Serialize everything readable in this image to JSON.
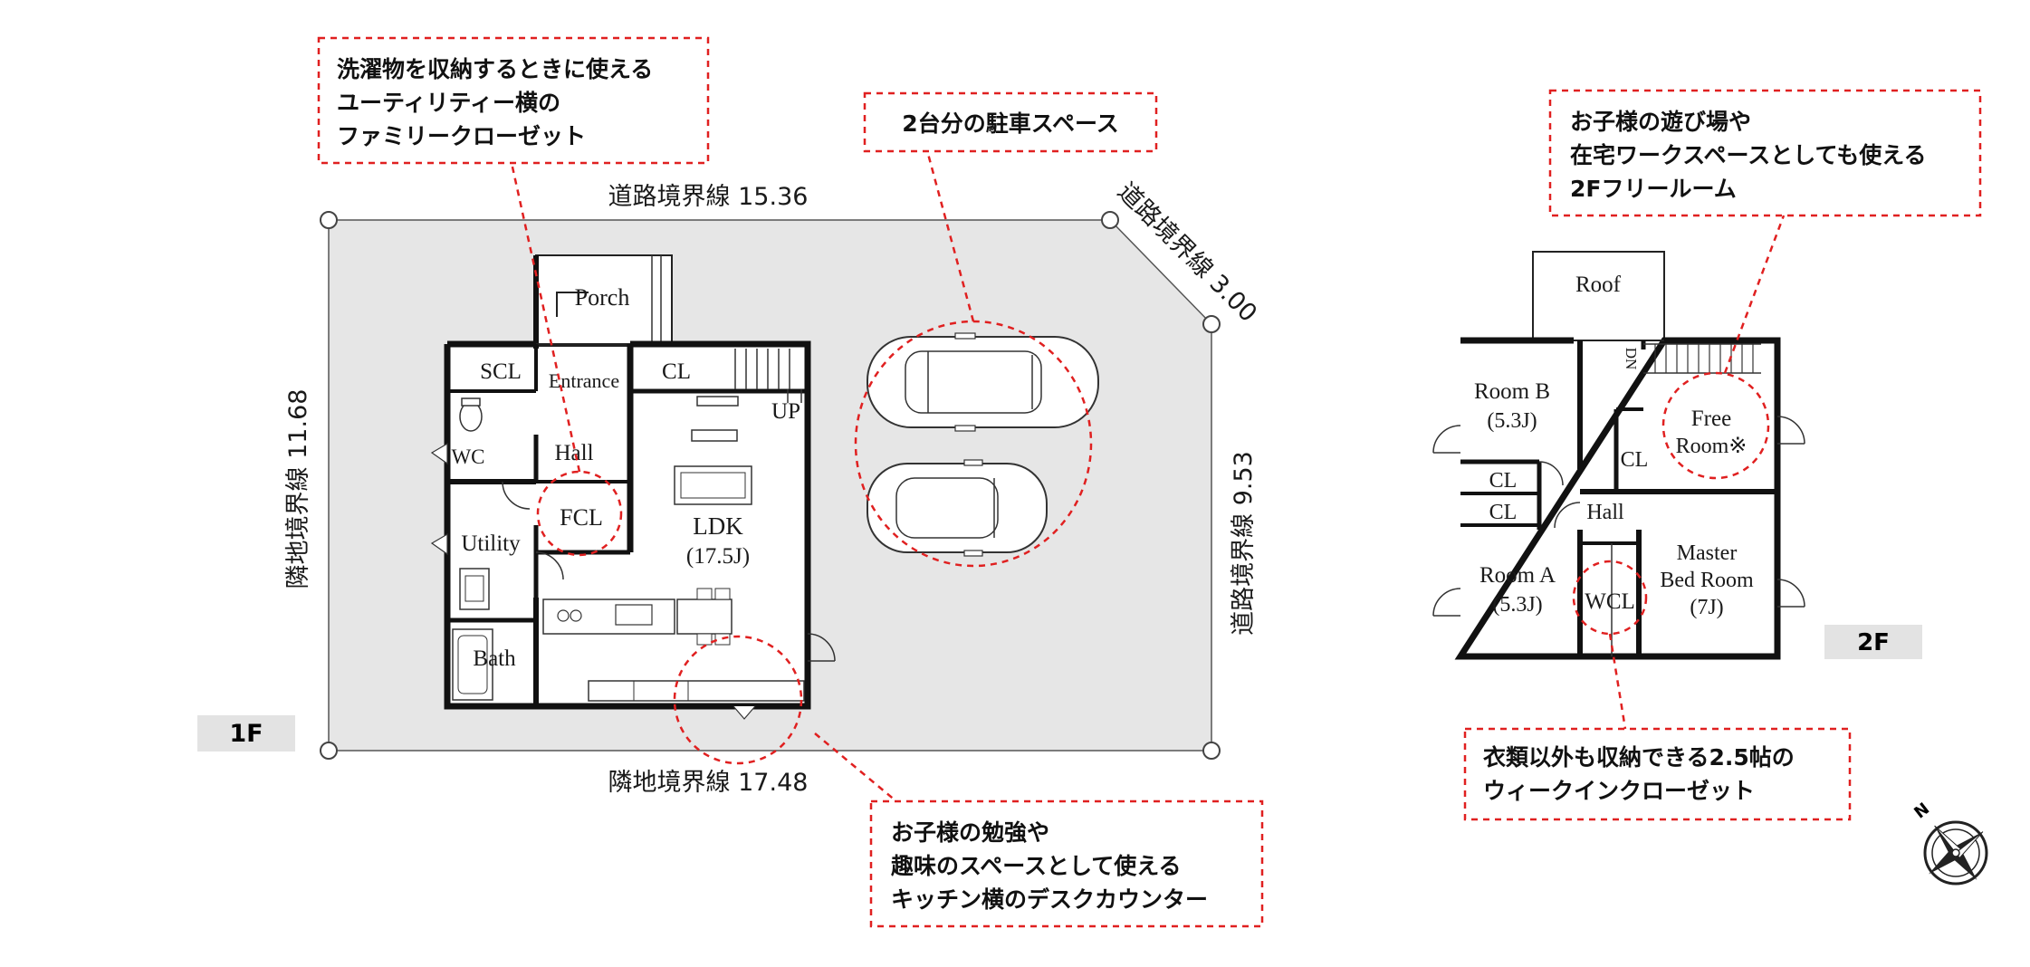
{
  "floor1": {
    "badge": "1F",
    "boundaries": {
      "top": "道路境界線 15.36",
      "diagonal": "道路境界線 3.00",
      "right": "道路境界線 9.53",
      "left": "隣地境界線 11.68",
      "bottom": "隣地境界線 17.48"
    },
    "rooms": {
      "porch": "Porch",
      "scl": "SCL",
      "entrance": "Entrance",
      "cl": "CL",
      "up": "UP",
      "wc": "WC",
      "hall": "Hall",
      "fcl": "FCL",
      "utility": "Utility",
      "ldk": "LDK",
      "ldk_size": "(17.5J)",
      "bath": "Bath"
    }
  },
  "floor2": {
    "badge": "2F",
    "rooms": {
      "roof": "Roof",
      "room_b": "Room B",
      "room_b_size": "(5.3J)",
      "free_room_1": "Free",
      "free_room_2": "Room※",
      "cl_a": "CL",
      "cl_b": "CL",
      "cl_c": "CL",
      "hall": "Hall",
      "room_a": "Room A",
      "room_a_size": "(5.3J)",
      "wcl": "WCL",
      "master_1": "Master",
      "master_2": "Bed Room",
      "master_size": "(7J)",
      "dn": "DN"
    }
  },
  "callouts": {
    "family_closet": [
      "洗濯物を収納するときに使える",
      "ユーティリティー横の",
      "ファミリークローゼット"
    ],
    "parking": [
      "2台分の駐車スペース"
    ],
    "desk_counter": [
      "お子様の勉強や",
      "趣味のスペースとして使える",
      "キッチン横のデスクカウンター"
    ],
    "free_room": [
      "お子様の遊び場や",
      "在宅ワークスペースとしても使える",
      "2Fフリールーム"
    ],
    "walk_in_closet": [
      "衣類以外も収納できる2.5帖の",
      "ウィークインクローゼット"
    ]
  },
  "compass": {
    "label": "N"
  },
  "colors": {
    "site": "#e6e6e6",
    "badge": "#e3e3e3",
    "callout": "#e02020",
    "wall": "#111111"
  }
}
